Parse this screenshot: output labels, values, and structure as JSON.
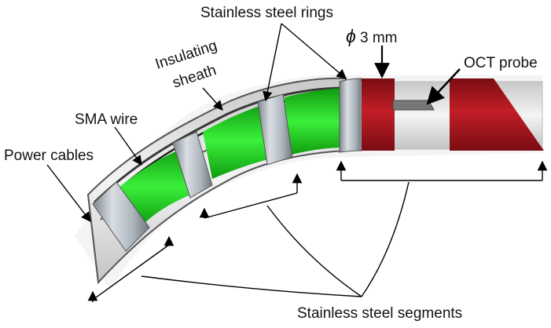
{
  "labels": {
    "rings": "Stainless steel rings",
    "diameter": "3 mm",
    "diameter_symbol": "ϕ",
    "oct": "OCT probe",
    "insulating_line1": "Insulating",
    "insulating_line2": "sheath",
    "sma": "SMA wire",
    "power": "Power cables",
    "segments": "Stainless steel  segments"
  },
  "colors": {
    "sma_segment": "#22e022",
    "ring": "#b4bcc4",
    "tip": "#a8151d",
    "sheath": "#dcdcdc",
    "wire": "#3a3a3a",
    "annotation": "#000000"
  }
}
